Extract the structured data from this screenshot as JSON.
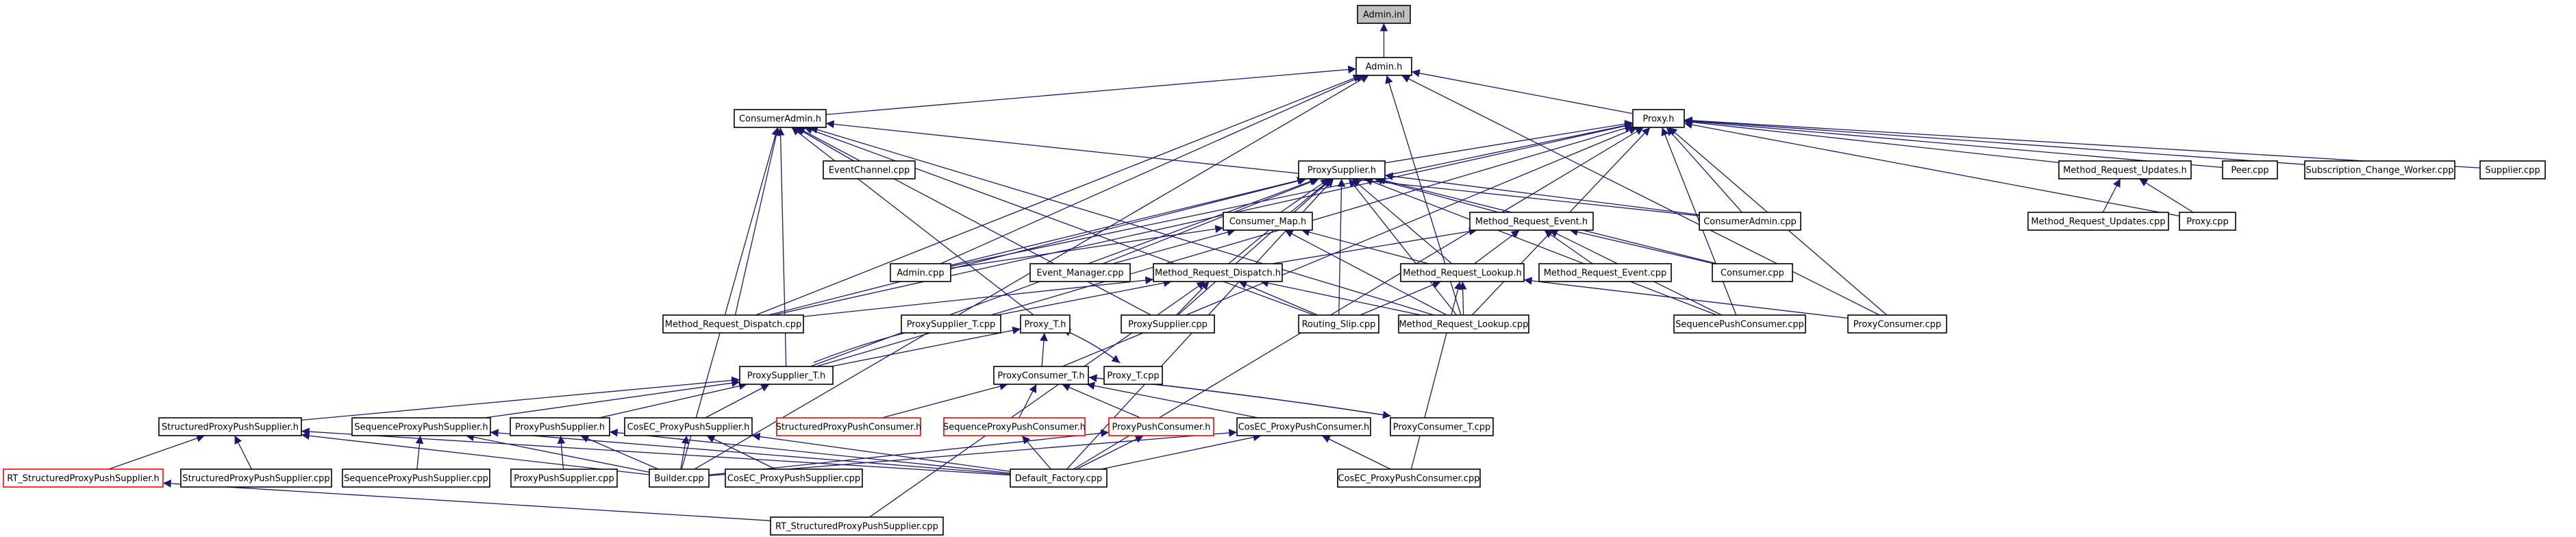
{
  "colors": {
    "edge": "#191970",
    "root_fill": "#bfbfbf",
    "broken_link": "#ff0000"
  },
  "nodes": [
    {
      "id": "admin_inl",
      "label": "Admin.inl",
      "root": true
    },
    {
      "id": "admin_h",
      "label": "Admin.h"
    },
    {
      "id": "consumeradmin_h",
      "label": "ConsumerAdmin.h"
    },
    {
      "id": "proxy_h",
      "label": "Proxy.h"
    },
    {
      "id": "eventchannel_cpp",
      "label": "EventChannel.cpp"
    },
    {
      "id": "proxysupplier_h",
      "label": "ProxySupplier.h"
    },
    {
      "id": "method_request_updates_h",
      "label": "Method_Request_Updates.h"
    },
    {
      "id": "peer_cpp",
      "label": "Peer.cpp"
    },
    {
      "id": "subscription_change_worker_cpp",
      "label": "Subscription_Change_Worker.cpp"
    },
    {
      "id": "supplier_cpp",
      "label": "Supplier.cpp"
    },
    {
      "id": "consumer_map_h",
      "label": "Consumer_Map.h"
    },
    {
      "id": "method_request_event_h",
      "label": "Method_Request_Event.h"
    },
    {
      "id": "consumeradmin_cpp",
      "label": "ConsumerAdmin.cpp"
    },
    {
      "id": "method_request_updates_cpp",
      "label": "Method_Request_Updates.cpp"
    },
    {
      "id": "proxy_cpp",
      "label": "Proxy.cpp"
    },
    {
      "id": "admin_cpp",
      "label": "Admin.cpp"
    },
    {
      "id": "event_manager_cpp",
      "label": "Event_Manager.cpp"
    },
    {
      "id": "method_request_dispatch_h",
      "label": "Method_Request_Dispatch.h"
    },
    {
      "id": "method_request_lookup_h",
      "label": "Method_Request_Lookup.h"
    },
    {
      "id": "method_request_event_cpp",
      "label": "Method_Request_Event.cpp"
    },
    {
      "id": "consumer_cpp",
      "label": "Consumer.cpp"
    },
    {
      "id": "method_request_dispatch_cpp",
      "label": "Method_Request_Dispatch.cpp"
    },
    {
      "id": "proxysupplier_t_cpp",
      "label": "ProxySupplier_T.cpp"
    },
    {
      "id": "proxy_t_h",
      "label": "Proxy_T.h"
    },
    {
      "id": "proxysupplier_cpp",
      "label": "ProxySupplier.cpp"
    },
    {
      "id": "routing_slip_cpp",
      "label": "Routing_Slip.cpp"
    },
    {
      "id": "method_request_lookup_cpp",
      "label": "Method_Request_Lookup.cpp"
    },
    {
      "id": "sequencepushconsumer_cpp",
      "label": "SequencePushConsumer.cpp"
    },
    {
      "id": "proxyconsumer_cpp",
      "label": "ProxyConsumer.cpp"
    },
    {
      "id": "proxysupplier_t_h",
      "label": "ProxySupplier_T.h"
    },
    {
      "id": "proxyconsumer_t_h",
      "label": "ProxyConsumer_T.h"
    },
    {
      "id": "proxy_t_cpp",
      "label": "Proxy_T.cpp"
    },
    {
      "id": "structuredproxypushsupplier_h",
      "label": "StructuredProxyPushSupplier.h"
    },
    {
      "id": "sequenceproxypushsupplier_h",
      "label": "SequenceProxyPushSupplier.h"
    },
    {
      "id": "proxypushsupplier_h",
      "label": "ProxyPushSupplier.h"
    },
    {
      "id": "cosec_proxypushsupplier_h",
      "label": "CosEC_ProxyPushSupplier.h"
    },
    {
      "id": "structuredproxypushconsumer_h",
      "label": "StructuredProxyPushConsumer.h",
      "red": true
    },
    {
      "id": "sequenceproxypushconsumer_h",
      "label": "SequenceProxyPushConsumer.h",
      "red": true
    },
    {
      "id": "proxypushconsumer_h",
      "label": "ProxyPushConsumer.h",
      "red": true
    },
    {
      "id": "cosec_proxypushconsumer_h",
      "label": "CosEC_ProxyPushConsumer.h"
    },
    {
      "id": "proxyconsumer_t_cpp",
      "label": "ProxyConsumer_T.cpp"
    },
    {
      "id": "rt_structuredproxypushsupplier_h",
      "label": "RT_StructuredProxyPushSupplier.h",
      "red": true
    },
    {
      "id": "structuredproxypushsupplier_cpp",
      "label": "StructuredProxyPushSupplier.cpp"
    },
    {
      "id": "sequenceproxypushsupplier_cpp",
      "label": "SequenceProxyPushSupplier.cpp"
    },
    {
      "id": "proxypushsupplier_cpp",
      "label": "ProxyPushSupplier.cpp"
    },
    {
      "id": "builder_cpp",
      "label": "Builder.cpp"
    },
    {
      "id": "cosec_proxypushsupplier_cpp",
      "label": "CosEC_ProxyPushSupplier.cpp"
    },
    {
      "id": "default_factory_cpp",
      "label": "Default_Factory.cpp"
    },
    {
      "id": "cosec_proxypushconsumer_cpp",
      "label": "CosEC_ProxyPushConsumer.cpp"
    },
    {
      "id": "rt_structuredproxypushsupplier_cpp",
      "label": "RT_StructuredProxyPushSupplier.cpp"
    }
  ],
  "edges": [
    [
      "admin_h",
      "admin_inl"
    ],
    [
      "consumeradmin_h",
      "admin_h"
    ],
    [
      "proxy_h",
      "admin_h"
    ],
    [
      "admin_cpp",
      "admin_h"
    ],
    [
      "method_request_dispatch_cpp",
      "admin_h"
    ],
    [
      "builder_cpp",
      "admin_h"
    ],
    [
      "method_request_lookup_cpp",
      "admin_h"
    ],
    [
      "proxyconsumer_cpp",
      "admin_h"
    ],
    [
      "eventchannel_cpp",
      "consumeradmin_h"
    ],
    [
      "consumeradmin_cpp",
      "consumeradmin_h"
    ],
    [
      "method_request_dispatch_cpp",
      "consumeradmin_h"
    ],
    [
      "proxysupplier_t_h",
      "consumeradmin_h"
    ],
    [
      "proxysupplier_cpp",
      "consumeradmin_h"
    ],
    [
      "method_request_lookup_cpp",
      "consumeradmin_h"
    ],
    [
      "builder_cpp",
      "consumeradmin_h"
    ],
    [
      "routing_slip_cpp",
      "consumeradmin_h"
    ],
    [
      "proxy_t_h",
      "consumeradmin_h"
    ],
    [
      "proxysupplier_h",
      "proxy_h"
    ],
    [
      "method_request_updates_h",
      "proxy_h"
    ],
    [
      "peer_cpp",
      "proxy_h"
    ],
    [
      "subscription_change_worker_cpp",
      "proxy_h"
    ],
    [
      "supplier_cpp",
      "proxy_h"
    ],
    [
      "consumeradmin_cpp",
      "proxy_h"
    ],
    [
      "proxy_cpp",
      "proxy_h"
    ],
    [
      "admin_cpp",
      "proxy_h"
    ],
    [
      "method_request_lookup_cpp",
      "proxy_h"
    ],
    [
      "sequencepushconsumer_cpp",
      "proxy_h"
    ],
    [
      "proxyconsumer_cpp",
      "proxy_h"
    ],
    [
      "proxyconsumer_t_h",
      "proxy_h"
    ],
    [
      "default_factory_cpp",
      "proxy_h"
    ],
    [
      "method_request_dispatch_cpp",
      "proxy_h"
    ],
    [
      "proxysupplier_t_h",
      "proxy_h"
    ],
    [
      "method_request_updates_cpp",
      "method_request_updates_h"
    ],
    [
      "proxy_cpp",
      "method_request_updates_h"
    ],
    [
      "consumer_map_h",
      "proxysupplier_h"
    ],
    [
      "method_request_event_h",
      "proxysupplier_h"
    ],
    [
      "consumeradmin_cpp",
      "proxysupplier_h"
    ],
    [
      "consumer_cpp",
      "proxysupplier_h"
    ],
    [
      "event_manager_cpp",
      "proxysupplier_h"
    ],
    [
      "method_request_dispatch_h",
      "proxysupplier_h"
    ],
    [
      "method_request_lookup_h",
      "proxysupplier_h"
    ],
    [
      "routing_slip_cpp",
      "proxysupplier_h"
    ],
    [
      "method_request_lookup_cpp",
      "proxysupplier_h"
    ],
    [
      "sequencepushconsumer_cpp",
      "proxysupplier_h"
    ],
    [
      "proxysupplier_cpp",
      "proxysupplier_h"
    ],
    [
      "admin_cpp",
      "proxysupplier_h"
    ],
    [
      "proxysupplier_t_h",
      "proxysupplier_h"
    ],
    [
      "method_request_dispatch_cpp",
      "proxysupplier_h"
    ],
    [
      "default_factory_cpp",
      "proxysupplier_h"
    ],
    [
      "admin_cpp",
      "consumer_map_h"
    ],
    [
      "event_manager_cpp",
      "consumer_map_h"
    ],
    [
      "method_request_lookup_h",
      "consumer_map_h"
    ],
    [
      "method_request_lookup_cpp",
      "consumer_map_h"
    ],
    [
      "method_request_dispatch_h",
      "method_request_event_h"
    ],
    [
      "method_request_lookup_h",
      "method_request_event_h"
    ],
    [
      "method_request_event_cpp",
      "method_request_event_h"
    ],
    [
      "consumer_cpp",
      "method_request_event_h"
    ],
    [
      "sequencepushconsumer_cpp",
      "method_request_event_h"
    ],
    [
      "method_request_dispatch_cpp",
      "method_request_dispatch_h"
    ],
    [
      "proxysupplier_t_cpp",
      "method_request_dispatch_h"
    ],
    [
      "proxysupplier_cpp",
      "method_request_dispatch_h"
    ],
    [
      "routing_slip_cpp",
      "method_request_dispatch_h"
    ],
    [
      "method_request_lookup_cpp",
      "method_request_dispatch_h"
    ],
    [
      "rt_structuredproxypushsupplier_cpp",
      "method_request_dispatch_h"
    ],
    [
      "routing_slip_cpp",
      "method_request_lookup_h"
    ],
    [
      "method_request_lookup_cpp",
      "method_request_lookup_h"
    ],
    [
      "proxyconsumer_cpp",
      "method_request_lookup_h"
    ],
    [
      "cosec_proxypushconsumer_cpp",
      "method_request_lookup_h"
    ],
    [
      "proxysupplier_t_h",
      "proxysupplier_t_cpp"
    ],
    [
      "proxysupplier_t_h",
      "proxy_t_h"
    ],
    [
      "proxyconsumer_t_h",
      "proxy_t_h"
    ],
    [
      "proxy_t_cpp",
      "proxy_t_h"
    ],
    [
      "proxy_t_h",
      "proxy_t_cpp"
    ],
    [
      "structuredproxypushsupplier_h",
      "proxysupplier_t_h"
    ],
    [
      "sequenceproxypushsupplier_h",
      "proxysupplier_t_h"
    ],
    [
      "proxypushsupplier_h",
      "proxysupplier_t_h"
    ],
    [
      "cosec_proxypushsupplier_h",
      "proxysupplier_t_h"
    ],
    [
      "structuredproxypushconsumer_h",
      "proxyconsumer_t_h"
    ],
    [
      "sequenceproxypushconsumer_h",
      "proxyconsumer_t_h"
    ],
    [
      "proxypushconsumer_h",
      "proxyconsumer_t_h"
    ],
    [
      "cosec_proxypushconsumer_h",
      "proxyconsumer_t_h"
    ],
    [
      "proxyconsumer_t_cpp",
      "proxyconsumer_t_h"
    ],
    [
      "proxyconsumer_t_h",
      "proxyconsumer_t_cpp"
    ],
    [
      "rt_structuredproxypushsupplier_h",
      "structuredproxypushsupplier_h"
    ],
    [
      "structuredproxypushsupplier_cpp",
      "structuredproxypushsupplier_h"
    ],
    [
      "builder_cpp",
      "structuredproxypushsupplier_h"
    ],
    [
      "default_factory_cpp",
      "structuredproxypushsupplier_h"
    ],
    [
      "sequenceproxypushsupplier_cpp",
      "sequenceproxypushsupplier_h"
    ],
    [
      "builder_cpp",
      "sequenceproxypushsupplier_h"
    ],
    [
      "default_factory_cpp",
      "sequenceproxypushsupplier_h"
    ],
    [
      "proxypushsupplier_cpp",
      "proxypushsupplier_h"
    ],
    [
      "builder_cpp",
      "proxypushsupplier_h"
    ],
    [
      "default_factory_cpp",
      "proxypushsupplier_h"
    ],
    [
      "builder_cpp",
      "cosec_proxypushsupplier_h"
    ],
    [
      "cosec_proxypushsupplier_cpp",
      "cosec_proxypushsupplier_h"
    ],
    [
      "default_factory_cpp",
      "cosec_proxypushsupplier_h"
    ],
    [
      "default_factory_cpp",
      "sequenceproxypushconsumer_h"
    ],
    [
      "builder_cpp",
      "proxypushconsumer_h"
    ],
    [
      "default_factory_cpp",
      "proxypushconsumer_h"
    ],
    [
      "builder_cpp",
      "cosec_proxypushconsumer_h"
    ],
    [
      "cosec_proxypushconsumer_cpp",
      "cosec_proxypushconsumer_h"
    ],
    [
      "default_factory_cpp",
      "cosec_proxypushconsumer_h"
    ],
    [
      "rt_structuredproxypushsupplier_cpp",
      "rt_structuredproxypushsupplier_h"
    ]
  ]
}
